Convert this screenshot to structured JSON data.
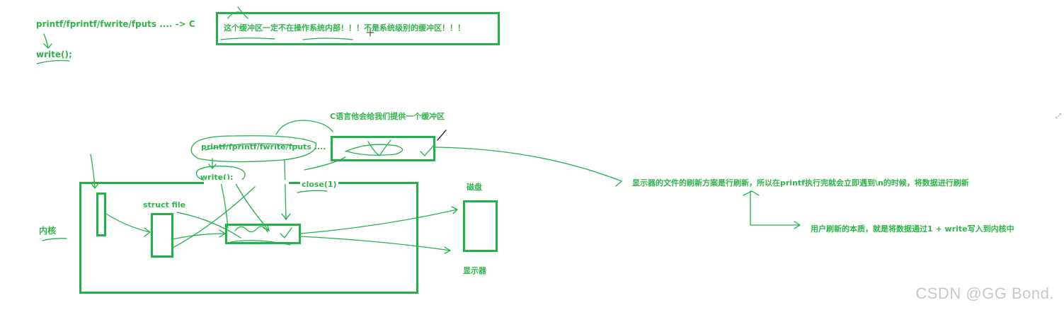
{
  "labels": {
    "top_call_chain": "printf/fprintf/fwrite/fputs .... -> C",
    "top_write": "write();",
    "buffer_note": "这个缓冲区一定不在操作系统内部！！！不是系统级别的缓冲区！！！",
    "c_buffer_title": "C语言他会给我们提供一个缓冲区",
    "mid_call_chain": "printf/fprintf/fwrite/fputs ....",
    "mid_write": "write();",
    "close_call": "close(1)",
    "struct_file": "struct file",
    "kernel": "内核",
    "disk": "磁盘",
    "monitor": "显示器",
    "refresh_note": "显示器的文件的刷新方案是行刷新，所以在printf执行完就会立即遇到\\n的时候，将数据进行刷新",
    "user_refresh_note": "用户刷新的本质，就是将数据通过1 + write写入到内核中",
    "watermark": "CSDN @GG Bond."
  },
  "colors": {
    "ink": "#21b24a",
    "text": "#2fb54a",
    "watermark": "#c8c8c8"
  }
}
